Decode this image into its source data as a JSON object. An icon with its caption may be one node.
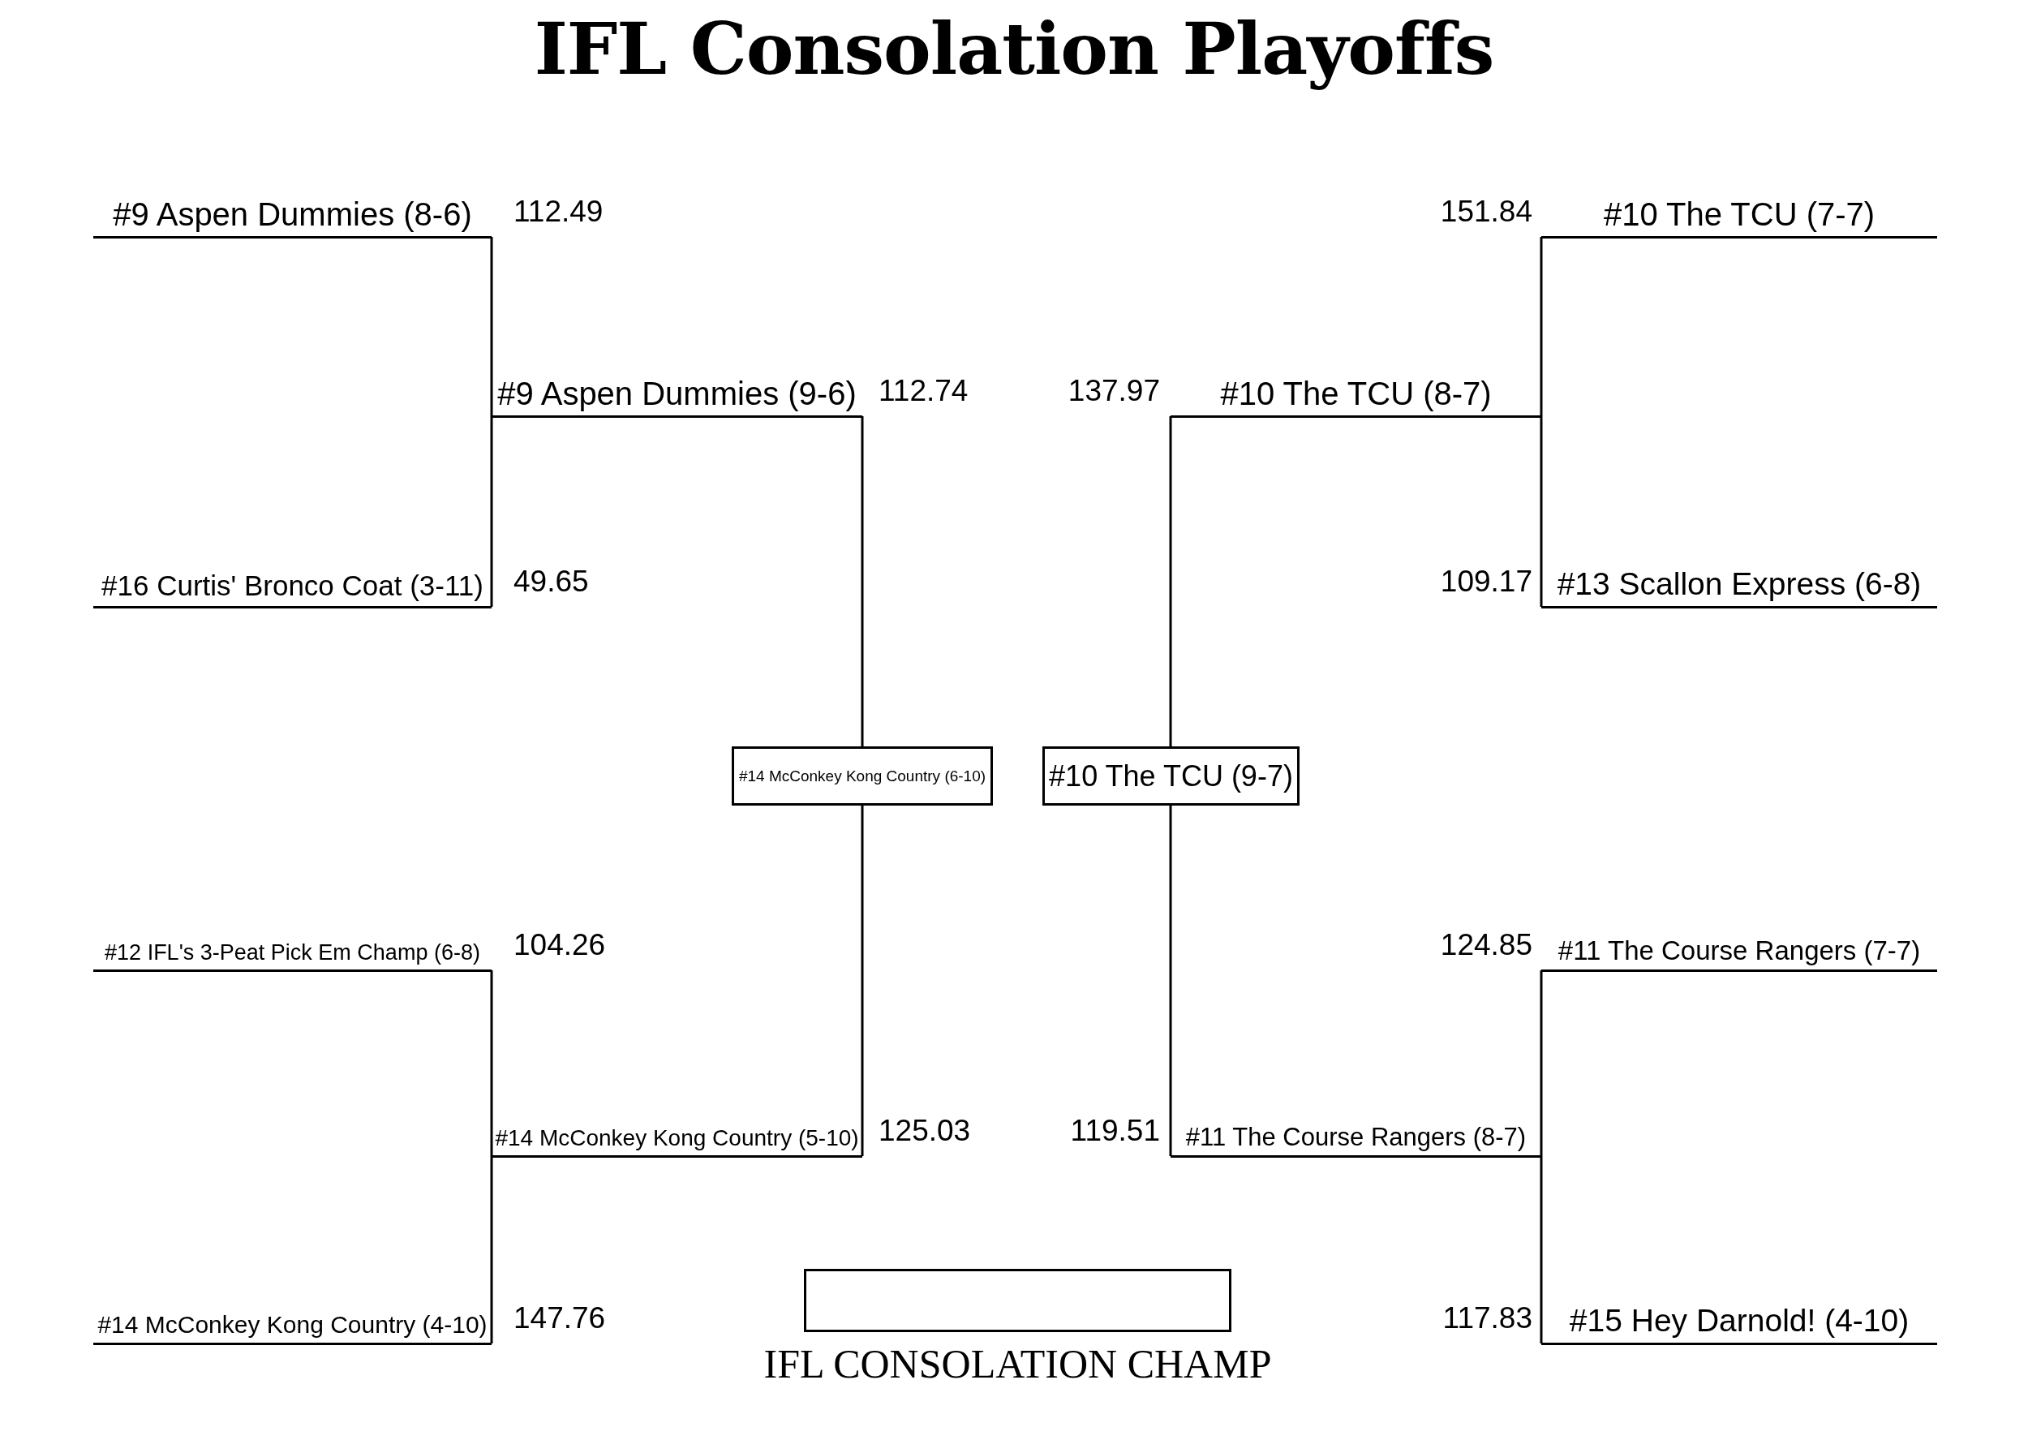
{
  "diagram": {
    "title": "IFL Consolation Playoffs",
    "nodes": [
      {
        "text": [
          "#9 Aspen Dummies (8-6)"
        ],
        "beside": [
          "112.49"
        ]
      },
      {
        "text": [
          "#10 The TCU (7-7)"
        ],
        "beside": [
          "151.84"
        ]
      },
      {
        "text": [
          "#9 Aspen Dummies (9-6)"
        ],
        "beside": [
          "112.74"
        ]
      },
      {
        "text": [
          "#10 The TCU (8-7)"
        ],
        "beside": [
          "137.97"
        ]
      },
      {
        "text": [
          "#16 Curtis' Bronco Coat (3-11)"
        ],
        "beside": [
          "49.65"
        ]
      },
      {
        "text": [
          "#13 Scallon Express (6-8)"
        ],
        "beside": [
          "109.17"
        ]
      },
      {
        "text": [
          "#14 McConkey Kong Country (6-10)"
        ]
      },
      {
        "text": [
          "#10 The TCU (9-7)"
        ]
      },
      {
        "text": [
          "#12 IFL's 3-Peat Pick Em Champ (6-8)"
        ],
        "beside": [
          "104.26"
        ]
      },
      {
        "text": [
          "#11 The Course Rangers (7-7)"
        ],
        "beside": [
          "124.85"
        ]
      },
      {
        "text": [
          "#14 McConkey Kong Country (5-10)"
        ],
        "beside": [
          "125.03"
        ]
      },
      {
        "text": [
          "#11 The Course Rangers (8-7)"
        ],
        "beside": [
          "119.51"
        ]
      },
      {
        "text": [
          "#14 McConkey Kong Country (4-10)"
        ],
        "beside": [
          "147.76"
        ]
      },
      {
        "text": [
          "#15 Hey Darnold! (4-10)"
        ],
        "beside": [
          "117.83"
        ]
      },
      {
        "text": [],
        "shape": "box",
        "beside": [
          "IFL CONSOLATION CHAMP"
        ]
      }
    ],
    "edges": [
      {
        "from": 0,
        "to": 2,
        "arrow": "none"
      },
      {
        "from": 4,
        "to": 2,
        "arrow": "none"
      },
      {
        "from": 8,
        "to": 10,
        "arrow": "none"
      },
      {
        "from": 12,
        "to": 10,
        "arrow": "none"
      },
      {
        "from": 2,
        "to": 6,
        "arrow": "none"
      },
      {
        "from": 10,
        "to": 6,
        "arrow": "none"
      },
      {
        "from": 1,
        "to": 3,
        "arrow": "none"
      },
      {
        "from": 5,
        "to": 3,
        "arrow": "none"
      },
      {
        "from": 9,
        "to": 11,
        "arrow": "none"
      },
      {
        "from": 13,
        "to": 11,
        "arrow": "none"
      },
      {
        "from": 3,
        "to": 7,
        "arrow": "none"
      },
      {
        "from": 11,
        "to": 7,
        "arrow": "none"
      }
    ]
  }
}
